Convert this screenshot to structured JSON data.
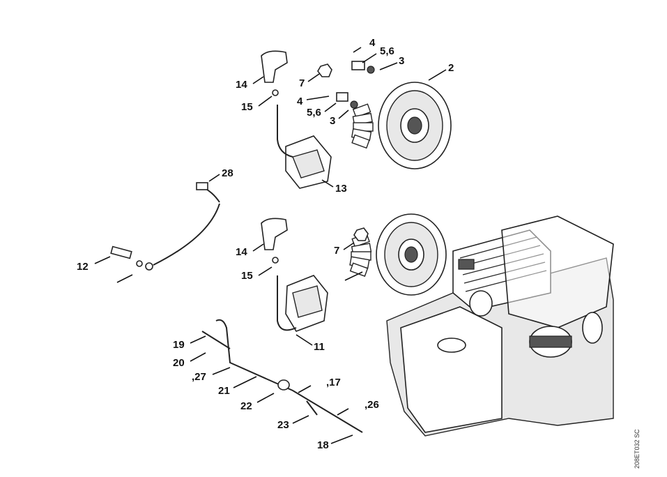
{
  "diagram": {
    "drawing_code": "208ET032 SC",
    "callouts": [
      {
        "id": "c1",
        "text": "4"
      },
      {
        "id": "c2",
        "text": "5,6"
      },
      {
        "id": "c3",
        "text": "3"
      },
      {
        "id": "c4",
        "text": "2"
      },
      {
        "id": "c5",
        "text": "7"
      },
      {
        "id": "c6",
        "text": "14"
      },
      {
        "id": "c7",
        "text": "15"
      },
      {
        "id": "c8",
        "text": "4"
      },
      {
        "id": "c9",
        "text": "5,6"
      },
      {
        "id": "c10",
        "text": "3"
      },
      {
        "id": "c11",
        "text": "13"
      },
      {
        "id": "c12",
        "text": "28"
      },
      {
        "id": "c13",
        "text": "12"
      },
      {
        "id": "c14",
        "text": "14"
      },
      {
        "id": "c15",
        "text": "7"
      },
      {
        "id": "c16",
        "text": "15"
      },
      {
        "id": "c17",
        "text": "11"
      },
      {
        "id": "c18",
        "text": "19"
      },
      {
        "id": "c19",
        "text": "20"
      },
      {
        "id": "c20",
        "text": ",27"
      },
      {
        "id": "c21",
        "text": "21"
      },
      {
        "id": "c22",
        "text": "22"
      },
      {
        "id": "c23",
        "text": ",17"
      },
      {
        "id": "c24",
        "text": ",26"
      },
      {
        "id": "c25",
        "text": "23"
      },
      {
        "id": "c26",
        "text": "18"
      }
    ]
  }
}
